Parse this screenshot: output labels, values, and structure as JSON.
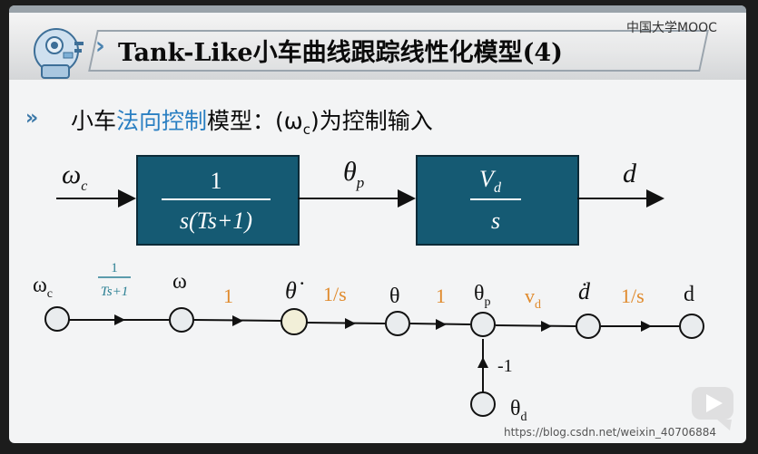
{
  "header": {
    "title": "Tank-Like小车曲线跟踪线性化模型(4)",
    "watermark": "中国大学MOOC",
    "title_chevron": "›",
    "robot_icon": "robot-head-icon"
  },
  "subtitle": {
    "prefix": "小车",
    "highlight": "法向控制",
    "middle": "模型：(ω",
    "sub": "c",
    "suffix": ")为控制输入"
  },
  "block_diagram": {
    "input": {
      "base": "ω",
      "sub": "c"
    },
    "block1": {
      "numerator": "1",
      "denominator": "s(Ts+1)"
    },
    "middle_signal": {
      "base": "θ",
      "sub": "p"
    },
    "block2": {
      "numerator_base": "V",
      "numerator_sub": "d",
      "denominator": "s"
    },
    "output": "d"
  },
  "signal_flow": {
    "nodes": [
      {
        "base": "ω",
        "sub": "c"
      },
      {
        "base": "ω",
        "sub": ""
      },
      {
        "base": "θ̇",
        "sub": ""
      },
      {
        "base": "θ",
        "sub": ""
      },
      {
        "base": "θ",
        "sub": "p"
      },
      {
        "base": "ḋ",
        "sub": ""
      },
      {
        "base": "d",
        "sub": ""
      },
      {
        "base": "θ",
        "sub": "d"
      }
    ],
    "gains": [
      {
        "num": "1",
        "den": "Ts+1"
      },
      {
        "text": "1"
      },
      {
        "text": "1/s"
      },
      {
        "text": "1"
      },
      {
        "base": "v",
        "sub": "d"
      },
      {
        "text": "1/s"
      },
      {
        "text": "-1"
      }
    ],
    "colors": {
      "gain_orange": "#e08a2c",
      "gain_teal": "#2a7f93",
      "block_fill": "#155a73"
    }
  },
  "footer": {
    "watermark": "https://blog.csdn.net/weixin_40706884"
  }
}
